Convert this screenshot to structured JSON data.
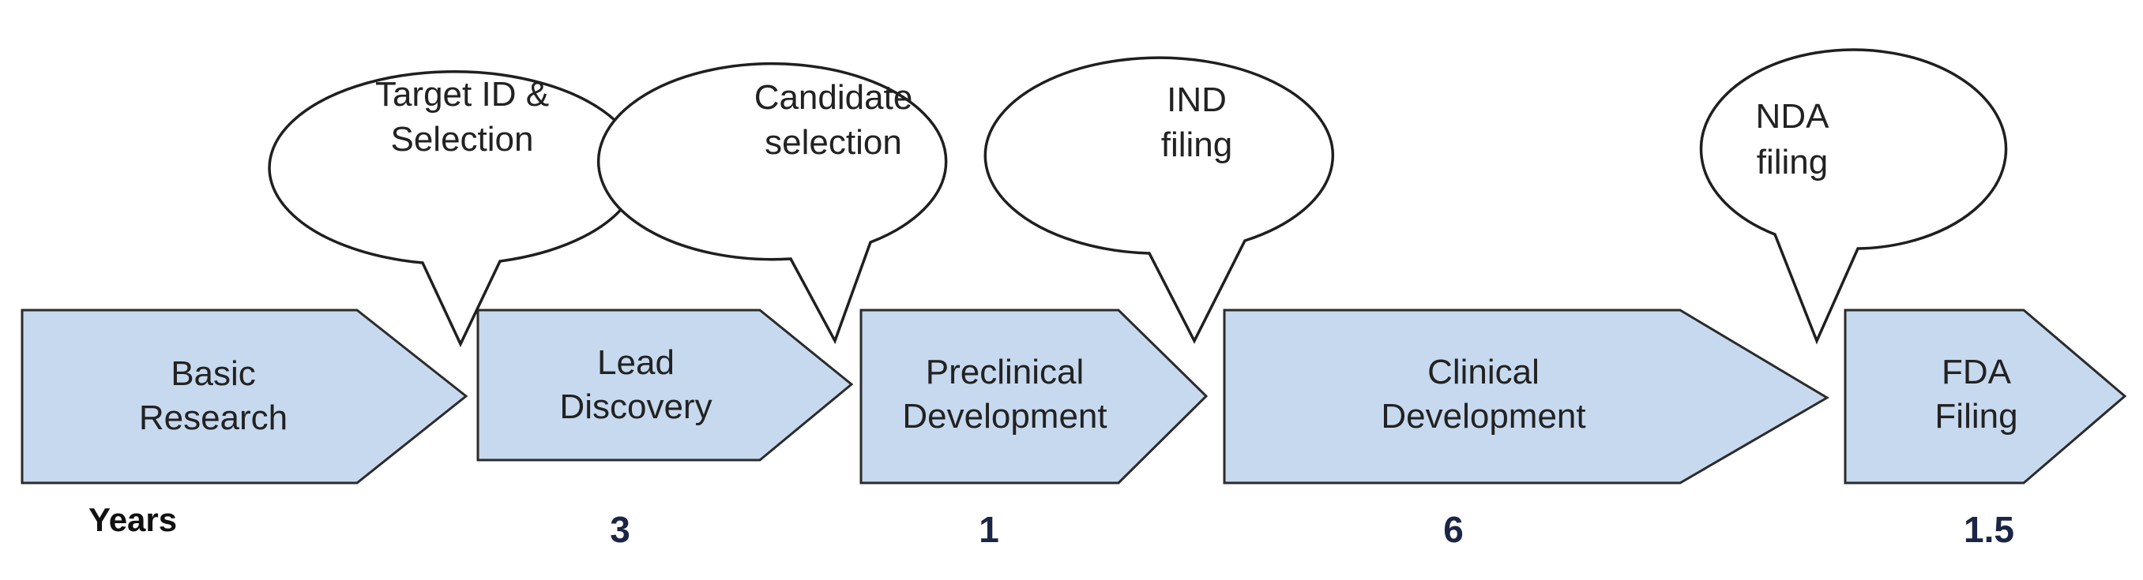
{
  "stages": [
    {
      "id": "basic-research",
      "line1": "Basic",
      "line2": "Research"
    },
    {
      "id": "lead-discovery",
      "line1": "Lead",
      "line2": "Discovery"
    },
    {
      "id": "preclinical-development",
      "line1": "Preclinical",
      "line2": "Development"
    },
    {
      "id": "clinical-development",
      "line1": "Clinical",
      "line2": "Development"
    },
    {
      "id": "fda-filing",
      "line1": "FDA",
      "line2": "Filing"
    }
  ],
  "milestones": [
    {
      "id": "target-id-selection",
      "line1": "Target ID &",
      "line2": "Selection"
    },
    {
      "id": "candidate-selection",
      "line1": "Candidate",
      "line2": "selection"
    },
    {
      "id": "ind-filing",
      "line1": "IND",
      "line2": "filing"
    },
    {
      "id": "nda-filing",
      "line1": "NDA",
      "line2": "filing"
    }
  ],
  "timeline": {
    "years_label": "Years",
    "durations": [
      "3",
      "1",
      "6",
      "1.5"
    ]
  },
  "colors": {
    "stage_fill": "#c7d9ee",
    "outline": "#2b2b2b",
    "duration_text": "#1b2545"
  }
}
